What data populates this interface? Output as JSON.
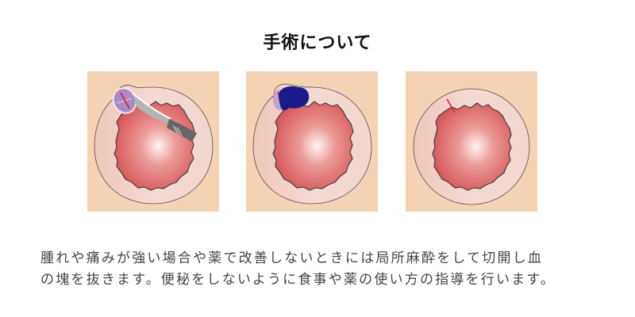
{
  "page": {
    "title": "手術について"
  },
  "illustrations": [
    {
      "id": "panel-1",
      "label": "incision",
      "icons": [
        "anal-wall-icon",
        "hemorrhoid-icon",
        "scalpel-icon",
        "incision-line-icon"
      ]
    },
    {
      "id": "panel-2",
      "label": "clot-removal",
      "icons": [
        "anal-wall-icon",
        "blood-clot-icon"
      ]
    },
    {
      "id": "panel-3",
      "label": "after-treatment",
      "icons": [
        "anal-wall-icon",
        "incision-scar-icon"
      ]
    }
  ],
  "description": {
    "lines": [
      "腫れや痛みが強い場合や薬で改善しないときには局所麻酔をして切開し血",
      "の塊を抜きます。便秘をしないように食事や薬の使い方の指導を行います。"
    ]
  },
  "colors": {
    "panel_bg": "#f4d2b4",
    "outer_ring": "#f2d4cc",
    "lumen_center": "#fff2f2",
    "lumen_edge": "#d85c5c",
    "clot": "#1a1a8a",
    "hemorrhoid": "#a98bc4",
    "incision": "#e02040",
    "scalpel_blade": "#b8b8b8",
    "scalpel_handle": "#666666"
  }
}
